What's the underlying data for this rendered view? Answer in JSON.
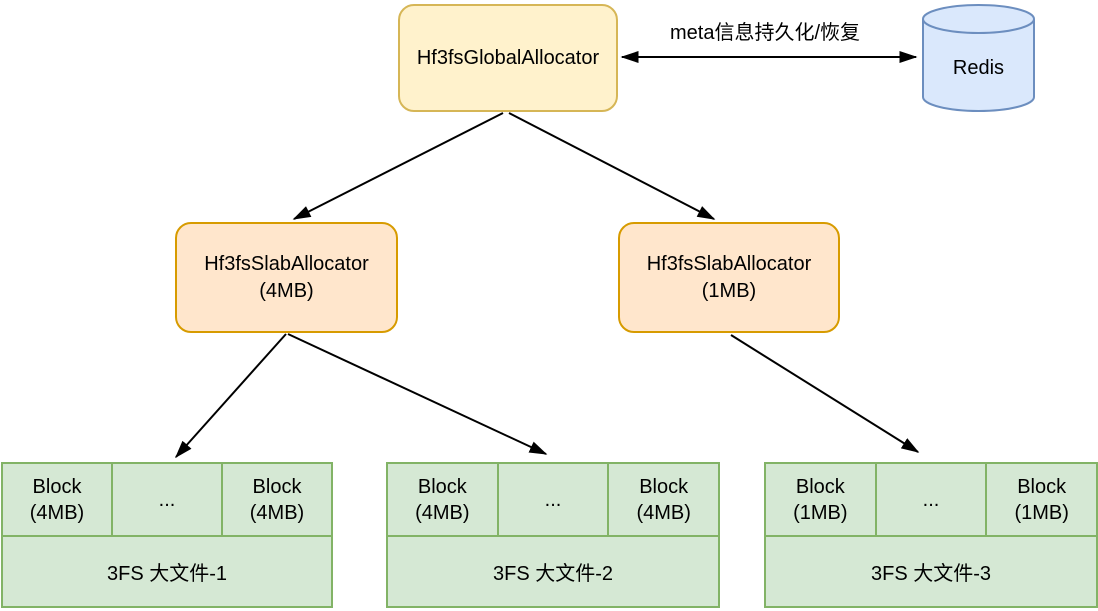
{
  "nodes": {
    "global_allocator": "Hf3fsGlobalAllocator",
    "slab_allocator_4mb": "Hf3fsSlabAllocator\n(4MB)",
    "slab_allocator_1mb": "Hf3fsSlabAllocator\n(1MB)",
    "redis": "Redis"
  },
  "edges": {
    "meta_sync_label": "meta信息持久化/恢复"
  },
  "file_groups": [
    {
      "cells": [
        "Block\n(4MB)",
        "...",
        "Block\n(4MB)"
      ],
      "file_label": "3FS 大文件-1"
    },
    {
      "cells": [
        "Block\n(4MB)",
        "...",
        "Block\n(4MB)"
      ],
      "file_label": "3FS 大文件-2"
    },
    {
      "cells": [
        "Block\n(1MB)",
        "...",
        "Block\n(1MB)"
      ],
      "file_label": "3FS 大文件-3"
    }
  ],
  "colors": {
    "global_node_fill": "#FFF2CC",
    "global_node_stroke": "#D6B656",
    "slab_node_fill": "#FFE6CC",
    "slab_node_stroke": "#D79B00",
    "block_fill": "#D5E8D4",
    "block_stroke": "#82B366",
    "redis_fill": "#DAE8FC",
    "redis_stroke": "#6C8EBF",
    "arrow": "#000000",
    "background": "#FFFFFF"
  }
}
